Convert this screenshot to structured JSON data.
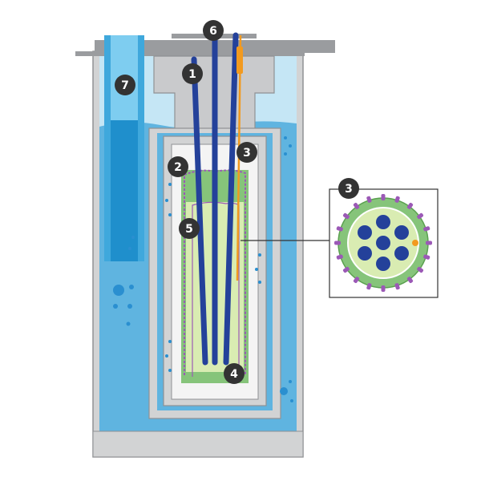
{
  "callouts": {
    "c1": "1",
    "c2": "2",
    "c3": "3",
    "c4": "4",
    "c5": "5",
    "c6": "6",
    "c7": "7",
    "inset": "3"
  },
  "colors": {
    "concrete": "#d2d3d4",
    "concrete_edge": "#8f9194",
    "steel_lid": "#9a9c9f",
    "water": "#5fb4e0",
    "water_light": "#bfe2f3",
    "pipe": "#7ecdf0",
    "pipe_dark": "#1f8fcc",
    "green_outer": "#86c47a",
    "green_inner": "#d9ecb2",
    "rod": "#24419a",
    "sensor": "#f29a1f",
    "probe": "#9b59b6",
    "badge": "#333333"
  }
}
